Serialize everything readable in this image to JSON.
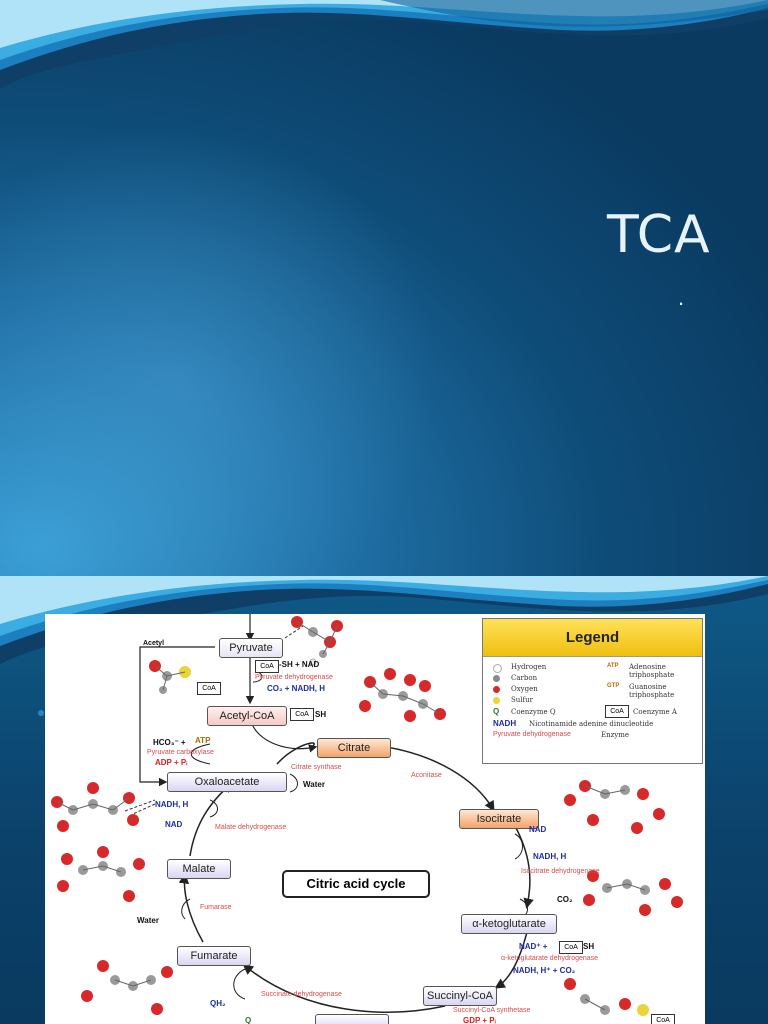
{
  "slide1": {
    "title": "TCA",
    "subtitle": "."
  },
  "diagram": {
    "title": "Citric acid cycle",
    "compounds": {
      "pyruvate": "Pyruvate",
      "acetyl_coa": "Acetyl-CoA",
      "citrate": "Citrate",
      "isocitrate": "Isocitrate",
      "alpha_ketoglutarate": "α-ketoglutarate",
      "succinyl_coa": "Succinyl-CoA",
      "fumarate": "Fumarate",
      "malate": "Malate",
      "oxaloacetate": "Oxaloacetate"
    },
    "enzymes": {
      "pyruvate_dehydrogenase": "Pyruvate dehydrogenase",
      "pyruvate_carboxylase": "Pyruvate carboxylase",
      "citrate_synthase": "Citrate synthase",
      "aconitase": "Aconitase",
      "isocitrate_dehydrogenase": "Isocitrate dehydrogenase",
      "akg_dehydrogenase": "α-ketoglutarate dehydrogenase",
      "succinyl_coa_synthetase": "Succinyl-CoA synthetase",
      "succinate_dehydrogenase": "Succinate dehydrogenase",
      "fumarase": "Fumarase",
      "malate_dehydrogenase": "Malate dehydrogenase"
    },
    "labels": {
      "acetyl": "Acetyl",
      "coa": "CoA",
      "sh": "SH",
      "coa_sh_nad": "-SH + NAD",
      "co2_nadh": "CO₂ + NADH, H",
      "hco3_atp": "HCO₃⁻ +",
      "atp": "ATP",
      "adp_pi": "ADP + Pᵢ",
      "water": "Water",
      "nad": "NAD",
      "nadh_h": "NADH, H",
      "co2": "CO₂",
      "nadh_h_co2": "NADH, H⁺ + CO₂",
      "nad_plus_coa": "NAD⁺ +",
      "qh2": "QH₂",
      "q": "Q",
      "gdp_pi": "GDP + Pᵢ"
    },
    "legend": {
      "title": "Legend",
      "items": [
        {
          "label": "Hydrogen",
          "color": "#ffffff"
        },
        {
          "label": "Carbon",
          "color": "#8a8a8a"
        },
        {
          "label": "Oxygen",
          "color": "#d62a2a"
        },
        {
          "label": "Sulfur",
          "color": "#e9d43a"
        },
        {
          "label": "Coenzyme Q",
          "symbol": "Q"
        },
        {
          "label": "Adenosine triphosphate",
          "symbol": "ATP"
        },
        {
          "label": "Guanosine triphosphate",
          "symbol": "GTP"
        },
        {
          "label": "Coenzyme A",
          "symbol": "CoA"
        },
        {
          "label": "Nicotinamide adenine dinucleotide",
          "symbol": "NADH"
        },
        {
          "label": "Enzyme",
          "symbol": "Pyruvate dehydrogenase"
        }
      ]
    }
  }
}
